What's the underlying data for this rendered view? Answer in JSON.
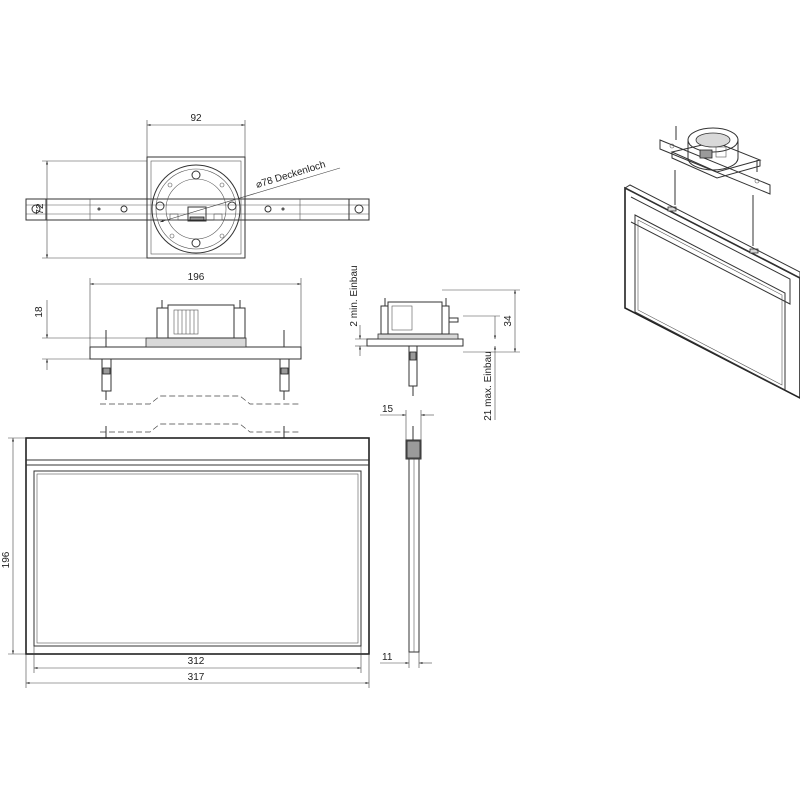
{
  "dimensions": {
    "top_width": "92",
    "top_height": "72",
    "hole_label": "⌀78 Deckenloch",
    "side_width": "196",
    "side_height_18": "18",
    "min_install": "2 min. Einbau",
    "dim_34": "34",
    "max_install": "21 max. Einbau",
    "front_height": "196",
    "depth_15": "15",
    "depth_11": "11",
    "inner_width": "312",
    "outer_width": "317"
  }
}
